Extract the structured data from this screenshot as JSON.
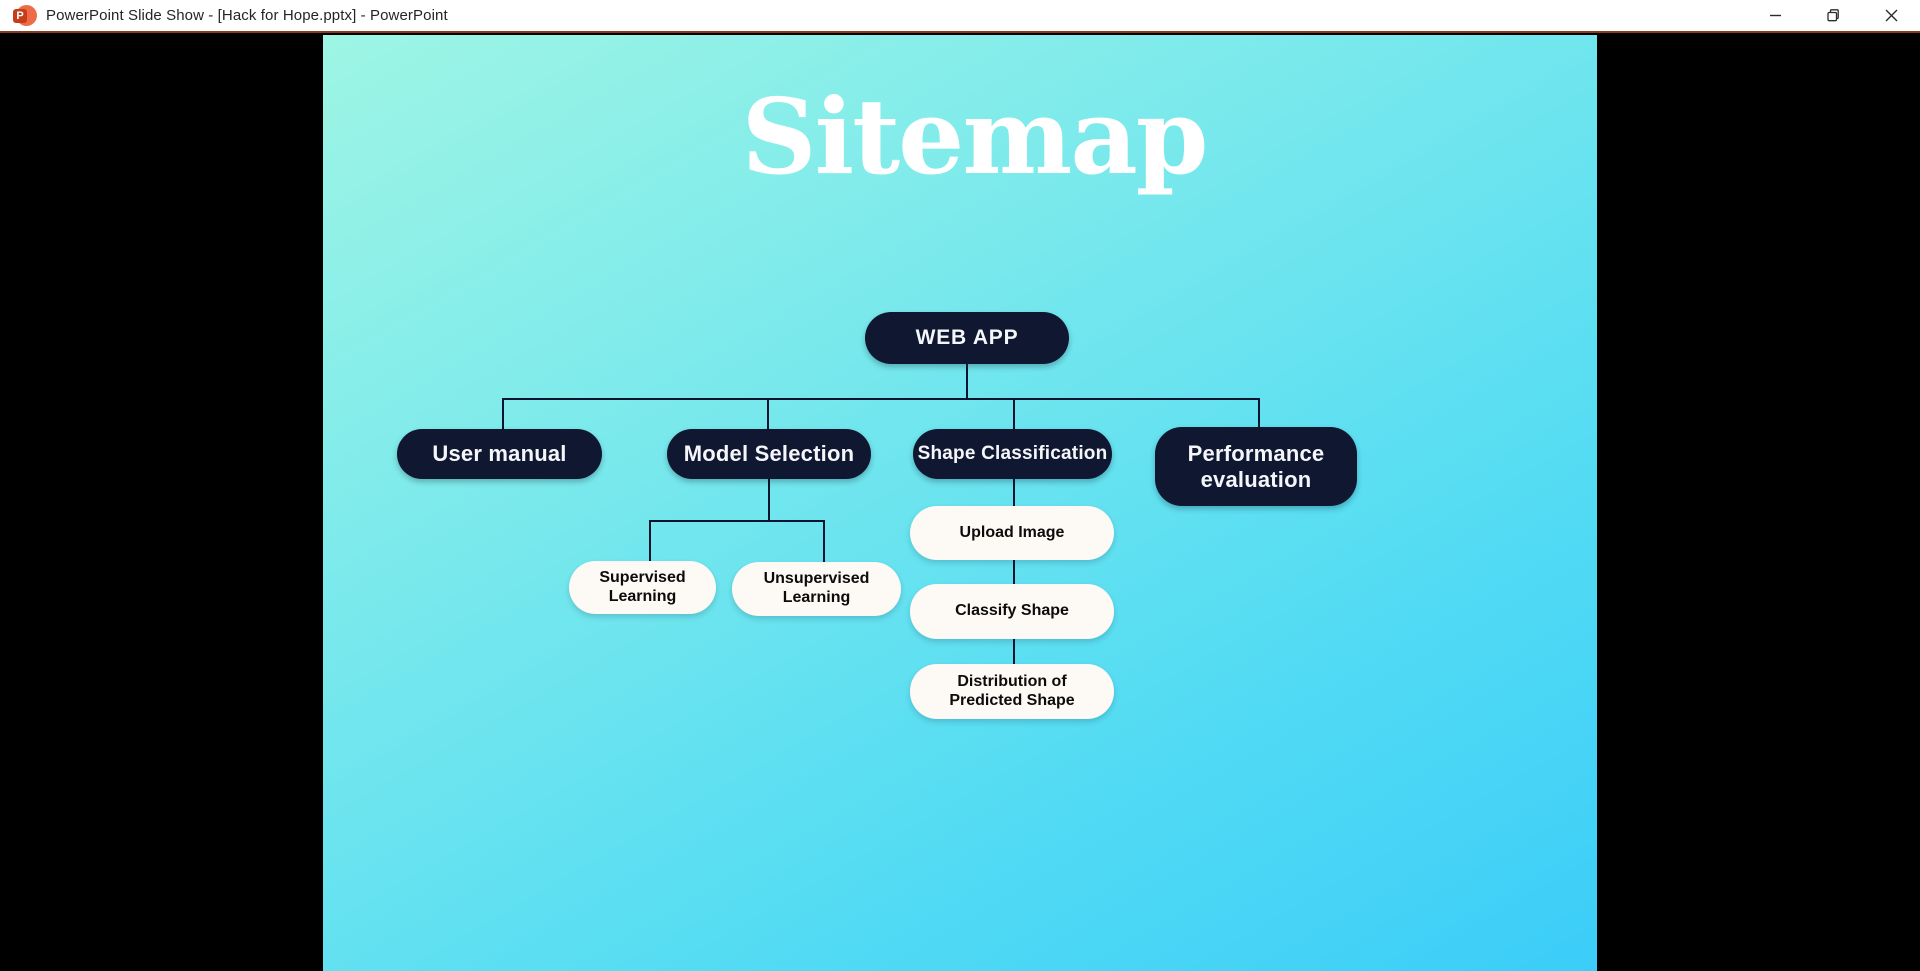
{
  "window": {
    "title": "PowerPoint Slide Show - [Hack for Hope.pptx] - PowerPoint",
    "app_icon": "powerpoint-icon",
    "app_icon_letter": "P",
    "controls": {
      "minimize": "minimize",
      "restore": "restore-down",
      "close": "close"
    }
  },
  "colors": {
    "titlebar_bg": "#ffffff",
    "titlebar_accent_line": "#8d3b20",
    "screen_bg": "#000000",
    "slide_gradient_top_left": "#9ef5e4",
    "slide_gradient_bottom_right": "#3bcdf8",
    "node_dark_bg": "#101730",
    "node_dark_text": "#f5f6fa",
    "node_light_bg": "#fdf9f4",
    "node_light_text": "#0c0c0c",
    "connector": "#0d1430",
    "title_text": "#ffffff"
  },
  "slide": {
    "title": "Sitemap",
    "nodes": {
      "web_app": "WEB APP",
      "user_manual": "User manual",
      "model_selection": "Model Selection",
      "shape_classification": "Shape Classification",
      "performance_evaluation": "Performance evaluation",
      "supervised_learning": "Supervised Learning",
      "unsupervised_learning": "Unsupervised Learning",
      "upload_image": "Upload Image",
      "classify_shape": "Classify Shape",
      "distribution_of_predicted_shape": "Distribution of Predicted Shape"
    },
    "hierarchy": {
      "root": "WEB APP",
      "root_children": [
        "User manual",
        "Model Selection",
        "Shape Classification",
        "Performance evaluation"
      ],
      "model_selection_children": [
        "Supervised Learning",
        "Unsupervised Learning"
      ],
      "shape_classification_flow": [
        "Upload Image",
        "Classify Shape",
        "Distribution of Predicted Shape"
      ]
    }
  }
}
